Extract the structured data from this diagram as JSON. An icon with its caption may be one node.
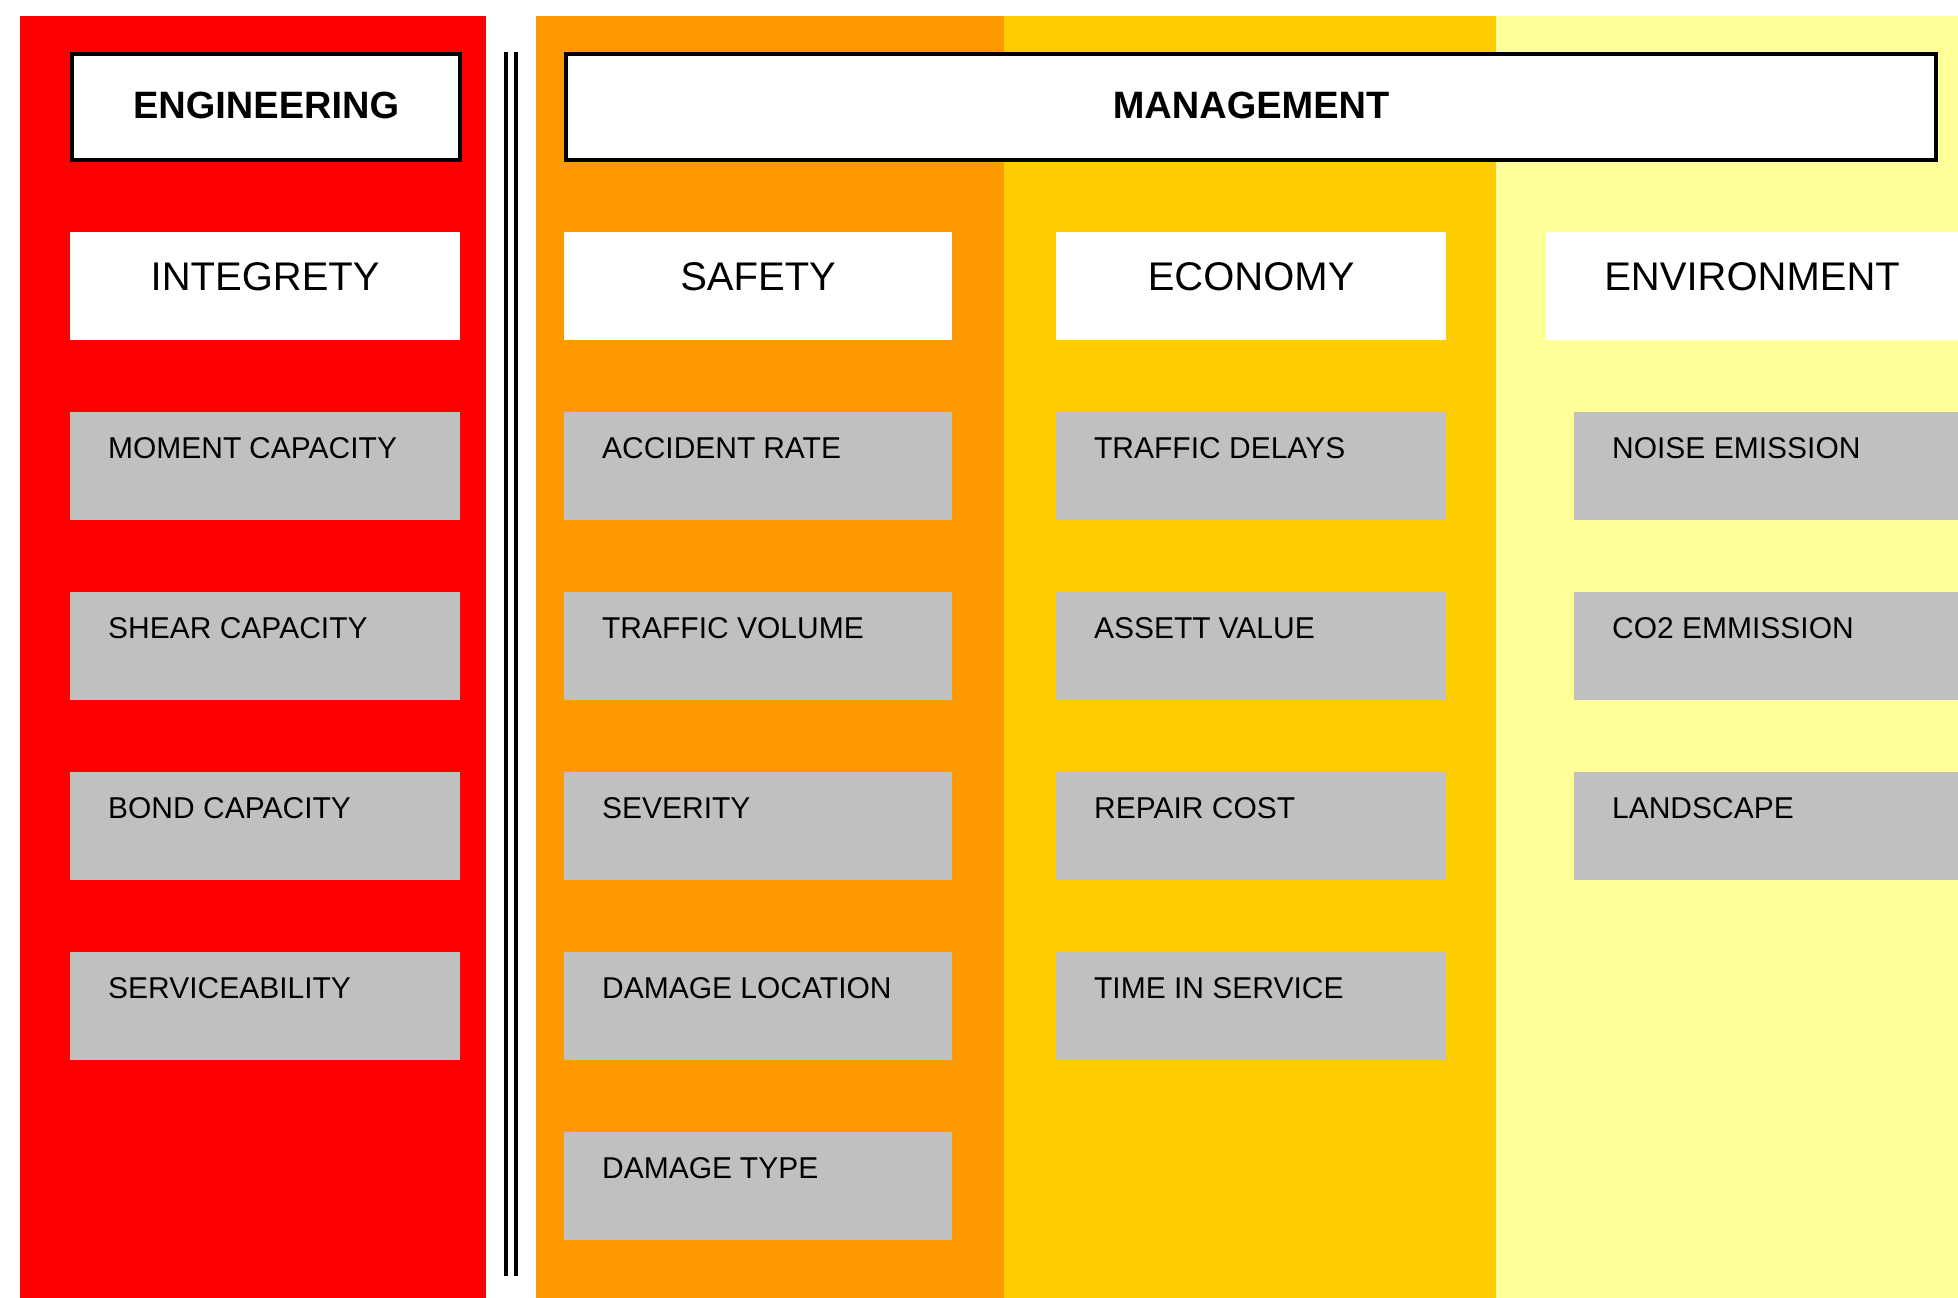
{
  "diagram": {
    "nodes": [
      {
        "text": [
          "ENGINEERING"
        ]
      },
      {
        "text": [
          "MANAGEMENT"
        ]
      },
      {
        "text": [
          "INTEGRETY"
        ]
      },
      {
        "text": [
          "SAFETY"
        ]
      },
      {
        "text": [
          "ECONOMY"
        ]
      },
      {
        "text": [
          "ENVIRONMENT"
        ]
      },
      {
        "text": [
          "MOMENT CAPACITY"
        ]
      },
      {
        "text": [
          "ACCIDENT RATE"
        ]
      },
      {
        "text": [
          "TRAFFIC DELAYS"
        ]
      },
      {
        "text": [
          "NOISE EMISSION"
        ]
      },
      {
        "text": [
          "SHEAR CAPACITY"
        ]
      },
      {
        "text": [
          "TRAFFIC VOLUME"
        ]
      },
      {
        "text": [
          "ASSETT VALUE"
        ]
      },
      {
        "text": [
          "CO2 EMMISSION"
        ]
      },
      {
        "text": [
          "BOND CAPACITY"
        ]
      },
      {
        "text": [
          "SEVERITY"
        ]
      },
      {
        "text": [
          "REPAIR COST"
        ]
      },
      {
        "text": [
          "LANDSCAPE"
        ]
      },
      {
        "text": [
          "SERVICEABILITY"
        ]
      },
      {
        "text": [
          "DAMAGE LOCATION"
        ]
      },
      {
        "text": [
          "TIME IN SERVICE"
        ]
      },
      {
        "text": [
          "DAMAGE TYPE"
        ]
      }
    ]
  }
}
